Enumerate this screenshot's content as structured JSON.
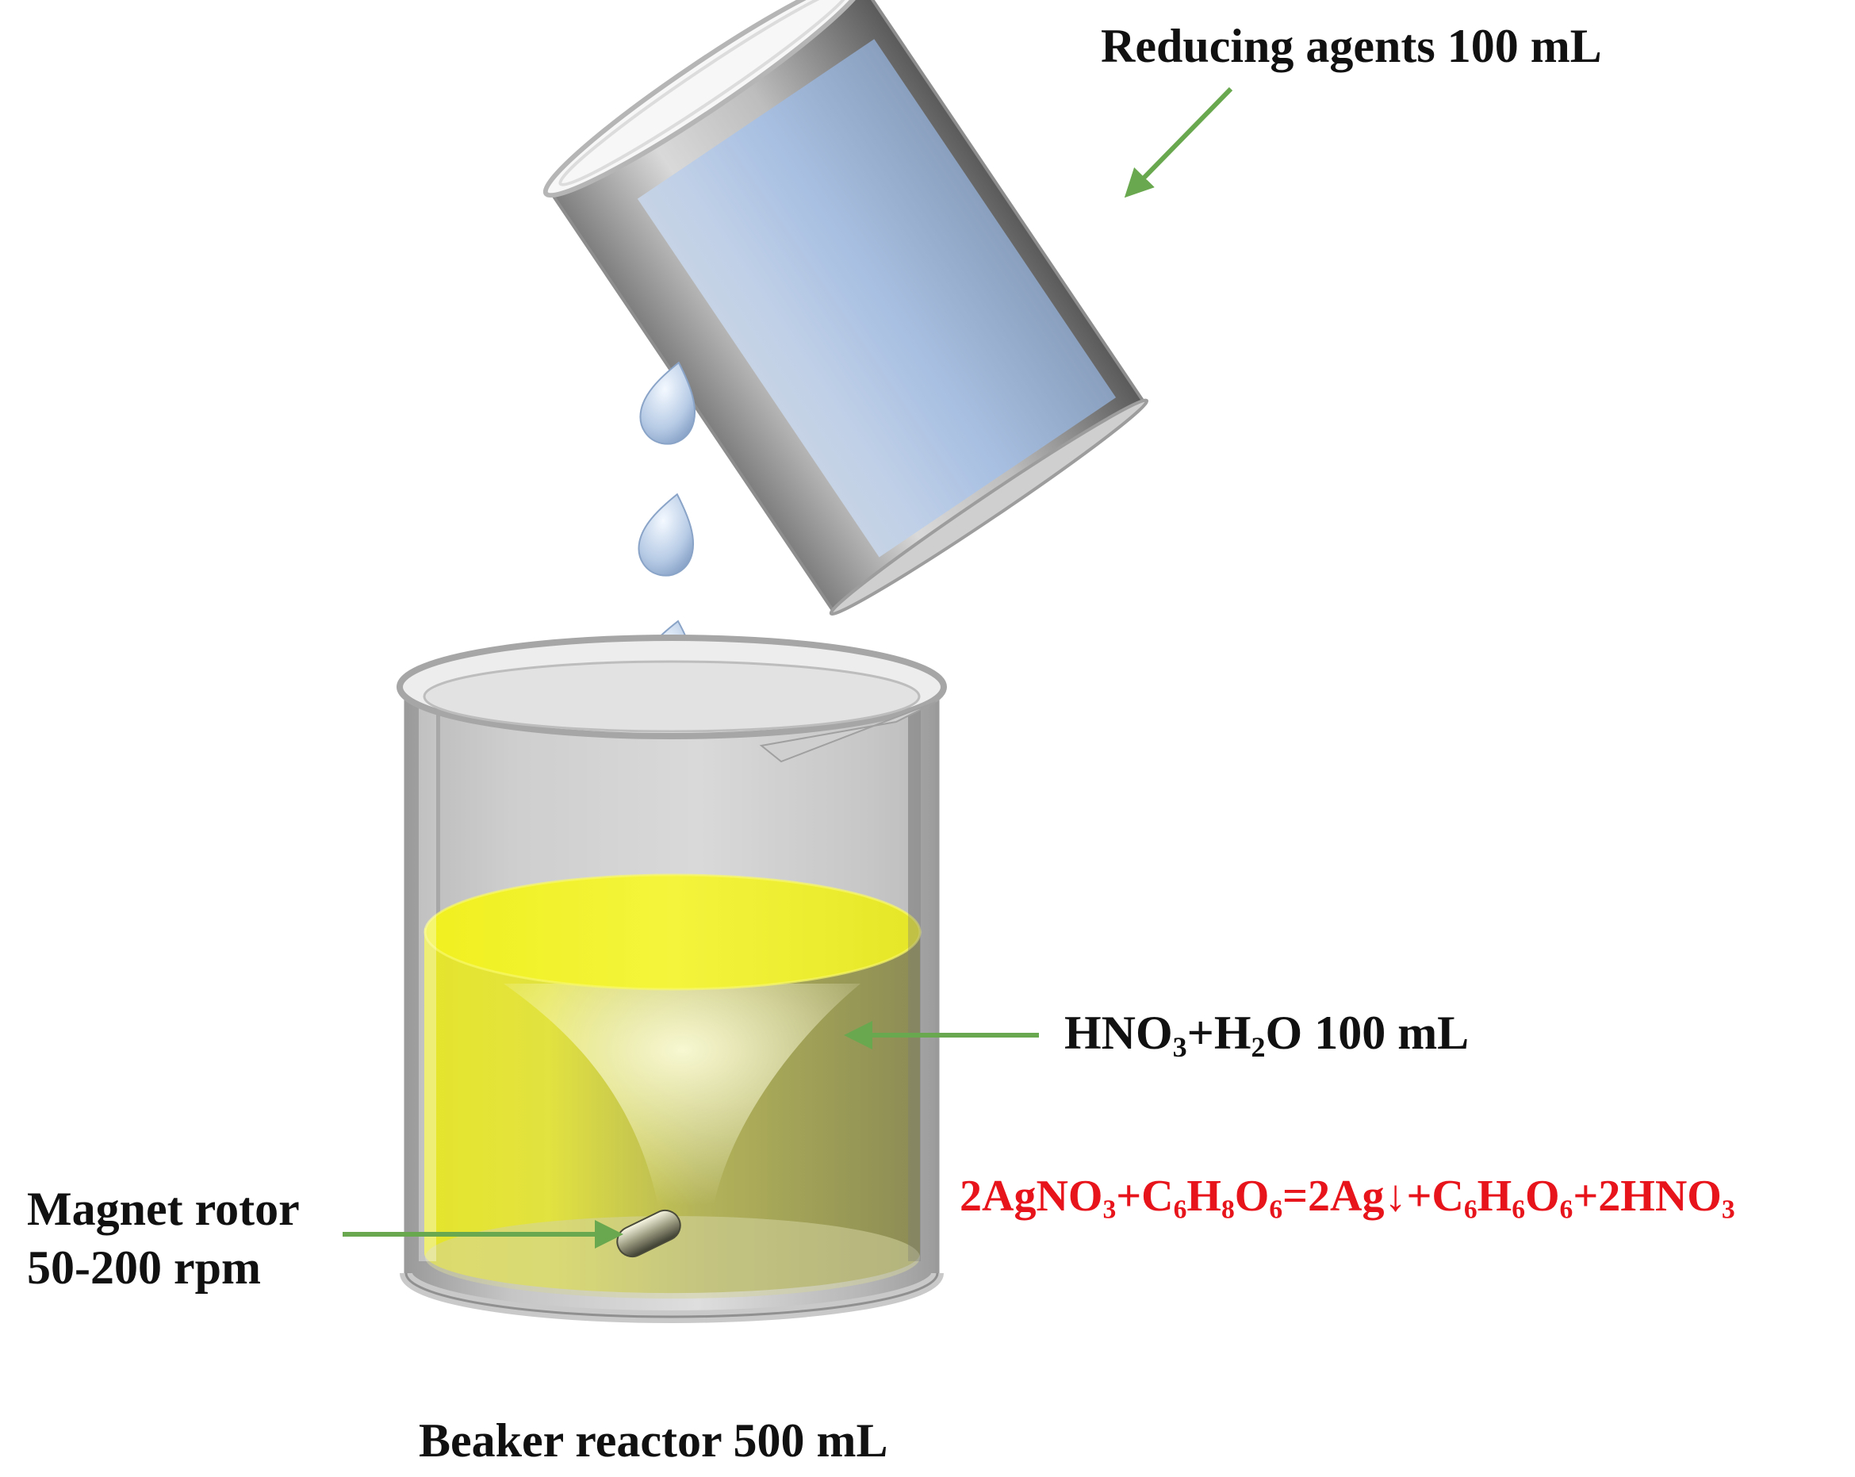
{
  "labels": {
    "reducing_agents": "Reducing agents  100 mL",
    "solution": {
      "hno3": "HNO",
      "sub_3": "3",
      "plus_h": "+H",
      "sub_2": "2",
      "o_vol": "O  100 mL"
    },
    "magnet_rotor_line1": "Magnet rotor",
    "magnet_rotor_line2": "50-200 rpm",
    "beaker_reactor": "Beaker reactor  500 mL"
  },
  "equation": {
    "p1": "2AgNO",
    "s1": "3",
    "p2": "+C",
    "s2": "6",
    "p3": "H",
    "s3": "8",
    "p4": "O",
    "s4": "6",
    "p5": "=2Ag↓+C",
    "s5": "6",
    "p6": "H",
    "s6": "6",
    "p7": "O",
    "s7": "6",
    "p8": "+2HNO",
    "s8": "3"
  },
  "colors": {
    "arrow": "#6aa84f",
    "equation": "#e8141b",
    "solution": "#e8e830",
    "glass": "#c8c8c8",
    "reducing_liquid": "#a8c4e8"
  },
  "icons": [
    "water-drop-icon",
    "arrow-icon",
    "magnet-rotor-icon",
    "beaker-icon",
    "pouring-beaker-icon"
  ]
}
